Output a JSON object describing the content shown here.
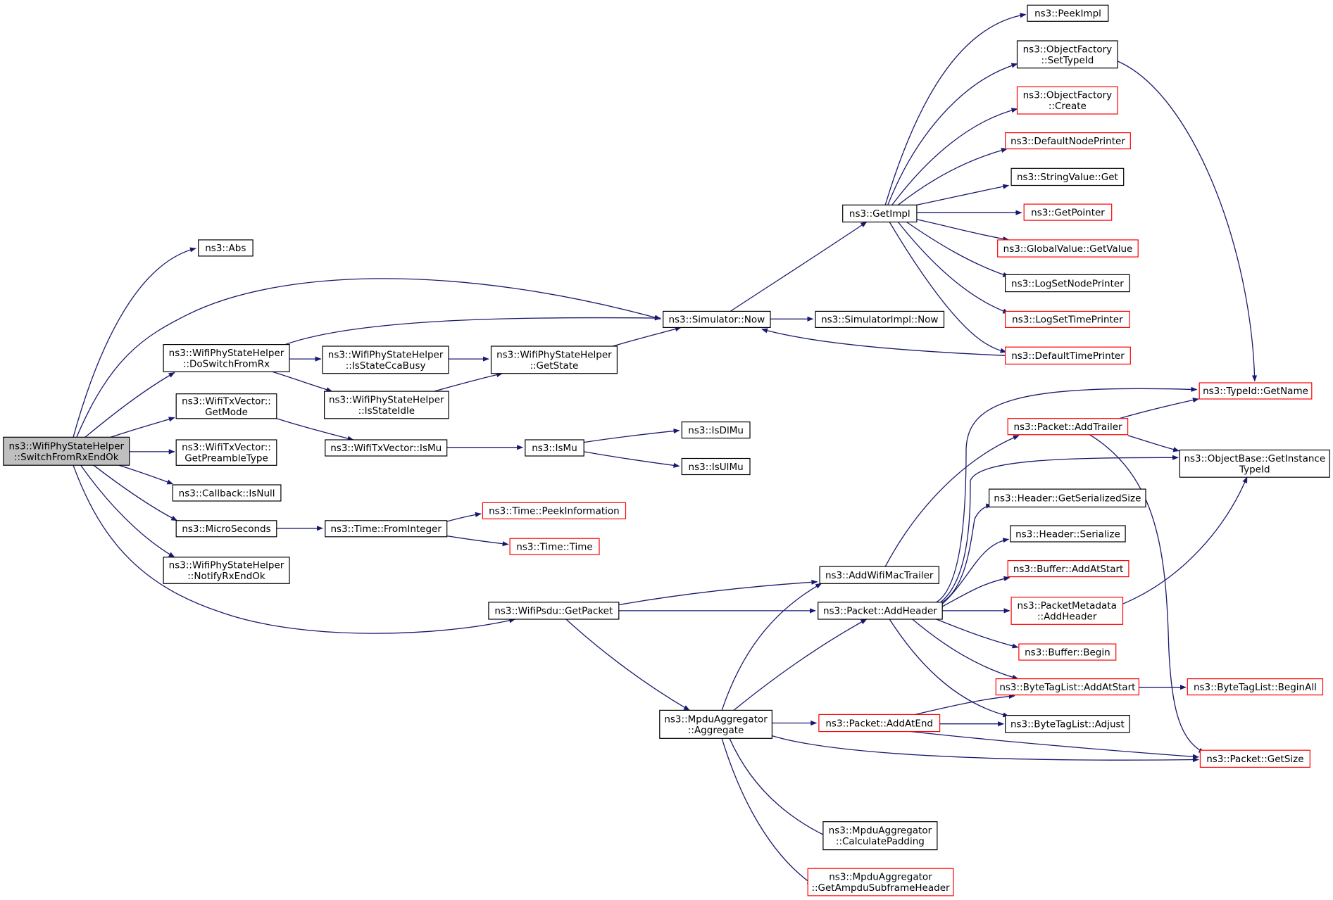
{
  "nodes": [
    {
      "id": "n_switch",
      "lines": [
        "ns3::WifiPhyStateHelper",
        "::SwitchFromRxEndOk"
      ],
      "style": "root"
    },
    {
      "id": "n_abs",
      "lines": [
        "ns3::Abs"
      ],
      "style": "black"
    },
    {
      "id": "n_doswitch",
      "lines": [
        "ns3::WifiPhyStateHelper",
        "::DoSwitchFromRx"
      ],
      "style": "black"
    },
    {
      "id": "n_getmode",
      "lines": [
        "ns3::WifiTxVector::",
        "GetMode"
      ],
      "style": "black"
    },
    {
      "id": "n_preamble",
      "lines": [
        "ns3::WifiTxVector::",
        "GetPreambleType"
      ],
      "style": "black"
    },
    {
      "id": "n_isnull",
      "lines": [
        "ns3::Callback::IsNull"
      ],
      "style": "black"
    },
    {
      "id": "n_micro",
      "lines": [
        "ns3::MicroSeconds"
      ],
      "style": "black"
    },
    {
      "id": "n_notify",
      "lines": [
        "ns3::WifiPhyStateHelper",
        "::NotifyRxEndOk"
      ],
      "style": "black"
    },
    {
      "id": "n_ccabusy",
      "lines": [
        "ns3::WifiPhyStateHelper",
        "::IsStateCcaBusy"
      ],
      "style": "black"
    },
    {
      "id": "n_idle",
      "lines": [
        "ns3::WifiPhyStateHelper",
        "::IsStateIdle"
      ],
      "style": "black"
    },
    {
      "id": "n_getstate",
      "lines": [
        "ns3::WifiPhyStateHelper",
        "::GetState"
      ],
      "style": "black"
    },
    {
      "id": "n_ismu_vec",
      "lines": [
        "ns3::WifiTxVector::IsMu"
      ],
      "style": "black"
    },
    {
      "id": "n_ismu",
      "lines": [
        "ns3::IsMu"
      ],
      "style": "black"
    },
    {
      "id": "n_isdlmu",
      "lines": [
        "ns3::IsDlMu"
      ],
      "style": "black"
    },
    {
      "id": "n_isulmu",
      "lines": [
        "ns3::IsUlMu"
      ],
      "style": "black"
    },
    {
      "id": "n_frominteger",
      "lines": [
        "ns3::Time::FromInteger"
      ],
      "style": "black"
    },
    {
      "id": "n_peekinfo",
      "lines": [
        "ns3::Time::PeekInformation"
      ],
      "style": "red"
    },
    {
      "id": "n_time",
      "lines": [
        "ns3::Time::Time"
      ],
      "style": "red"
    },
    {
      "id": "n_simnow",
      "lines": [
        "ns3::Simulator::Now"
      ],
      "style": "black"
    },
    {
      "id": "n_simimplnow",
      "lines": [
        "ns3::SimulatorImpl::Now"
      ],
      "style": "black"
    },
    {
      "id": "n_getimpl",
      "lines": [
        "ns3::GetImpl"
      ],
      "style": "black"
    },
    {
      "id": "n_peekimpl",
      "lines": [
        "ns3::PeekImpl"
      ],
      "style": "black"
    },
    {
      "id": "n_settypeid",
      "lines": [
        "ns3::ObjectFactory",
        "::SetTypeId"
      ],
      "style": "black"
    },
    {
      "id": "n_create",
      "lines": [
        "ns3::ObjectFactory",
        "::Create"
      ],
      "style": "red"
    },
    {
      "id": "n_defnodeprinter",
      "lines": [
        "ns3::DefaultNodePrinter"
      ],
      "style": "red"
    },
    {
      "id": "n_stringget",
      "lines": [
        "ns3::StringValue::Get"
      ],
      "style": "black"
    },
    {
      "id": "n_getpointer",
      "lines": [
        "ns3::GetPointer"
      ],
      "style": "red"
    },
    {
      "id": "n_globalget",
      "lines": [
        "ns3::GlobalValue::GetValue"
      ],
      "style": "red"
    },
    {
      "id": "n_logsetnode",
      "lines": [
        "ns3::LogSetNodePrinter"
      ],
      "style": "black"
    },
    {
      "id": "n_logsettime",
      "lines": [
        "ns3::LogSetTimePrinter"
      ],
      "style": "red"
    },
    {
      "id": "n_deftimeprinter",
      "lines": [
        "ns3::DefaultTimePrinter"
      ],
      "style": "red"
    },
    {
      "id": "n_typeidname",
      "lines": [
        "ns3::TypeId::GetName"
      ],
      "style": "red"
    },
    {
      "id": "n_addtrailer",
      "lines": [
        "ns3::Packet::AddTrailer"
      ],
      "style": "red"
    },
    {
      "id": "n_getinstance",
      "lines": [
        "ns3::ObjectBase::GetInstance",
        "TypeId"
      ],
      "style": "black"
    },
    {
      "id": "n_hdrsize",
      "lines": [
        "ns3::Header::GetSerializedSize"
      ],
      "style": "black"
    },
    {
      "id": "n_hdrserialize",
      "lines": [
        "ns3::Header::Serialize"
      ],
      "style": "black"
    },
    {
      "id": "n_bufaddstart",
      "lines": [
        "ns3::Buffer::AddAtStart"
      ],
      "style": "red"
    },
    {
      "id": "n_pmaddheader",
      "lines": [
        "ns3::PacketMetadata",
        "::AddHeader"
      ],
      "style": "red"
    },
    {
      "id": "n_bufbegin",
      "lines": [
        "ns3::Buffer::Begin"
      ],
      "style": "red"
    },
    {
      "id": "n_btaddstart",
      "lines": [
        "ns3::ByteTagList::AddAtStart"
      ],
      "style": "red"
    },
    {
      "id": "n_btbeginall",
      "lines": [
        "ns3::ByteTagList::BeginAll"
      ],
      "style": "red"
    },
    {
      "id": "n_btadjust",
      "lines": [
        "ns3::ByteTagList::Adjust"
      ],
      "style": "black"
    },
    {
      "id": "n_getsize",
      "lines": [
        "ns3::Packet::GetSize"
      ],
      "style": "red"
    },
    {
      "id": "n_addwifimac",
      "lines": [
        "ns3::AddWifiMacTrailer"
      ],
      "style": "black"
    },
    {
      "id": "n_addheader",
      "lines": [
        "ns3::Packet::AddHeader"
      ],
      "style": "black"
    },
    {
      "id": "n_addatend",
      "lines": [
        "ns3::Packet::AddAtEnd"
      ],
      "style": "red"
    },
    {
      "id": "n_getpacket",
      "lines": [
        "ns3::WifiPsdu::GetPacket"
      ],
      "style": "black"
    },
    {
      "id": "n_aggregate",
      "lines": [
        "ns3::MpduAggregator",
        "::Aggregate"
      ],
      "style": "black"
    },
    {
      "id": "n_calcpad",
      "lines": [
        "ns3::MpduAggregator",
        "::CalculatePadding"
      ],
      "style": "black"
    },
    {
      "id": "n_getampdu",
      "lines": [
        "ns3::MpduAggregator",
        "::GetAmpduSubframeHeader"
      ],
      "style": "red"
    }
  ],
  "edges": [
    [
      "n_switch",
      "n_abs"
    ],
    [
      "n_switch",
      "n_simnow"
    ],
    [
      "n_switch",
      "n_doswitch"
    ],
    [
      "n_switch",
      "n_getmode"
    ],
    [
      "n_switch",
      "n_preamble"
    ],
    [
      "n_switch",
      "n_isnull"
    ],
    [
      "n_switch",
      "n_micro"
    ],
    [
      "n_switch",
      "n_notify"
    ],
    [
      "n_switch",
      "n_getpacket"
    ],
    [
      "n_doswitch",
      "n_simnow"
    ],
    [
      "n_doswitch",
      "n_ccabusy"
    ],
    [
      "n_doswitch",
      "n_idle"
    ],
    [
      "n_ccabusy",
      "n_getstate"
    ],
    [
      "n_idle",
      "n_getstate"
    ],
    [
      "n_getstate",
      "n_simnow"
    ],
    [
      "n_getmode",
      "n_ismu_vec"
    ],
    [
      "n_ismu_vec",
      "n_ismu"
    ],
    [
      "n_ismu",
      "n_isdlmu"
    ],
    [
      "n_ismu",
      "n_isulmu"
    ],
    [
      "n_micro",
      "n_frominteger"
    ],
    [
      "n_frominteger",
      "n_peekinfo"
    ],
    [
      "n_frominteger",
      "n_time"
    ],
    [
      "n_simnow",
      "n_simimplnow"
    ],
    [
      "n_simnow",
      "n_getimpl"
    ],
    [
      "n_getimpl",
      "n_peekimpl"
    ],
    [
      "n_getimpl",
      "n_settypeid"
    ],
    [
      "n_getimpl",
      "n_create"
    ],
    [
      "n_getimpl",
      "n_defnodeprinter"
    ],
    [
      "n_getimpl",
      "n_stringget"
    ],
    [
      "n_getimpl",
      "n_getpointer"
    ],
    [
      "n_getimpl",
      "n_globalget"
    ],
    [
      "n_getimpl",
      "n_logsetnode"
    ],
    [
      "n_getimpl",
      "n_logsettime"
    ],
    [
      "n_getimpl",
      "n_deftimeprinter"
    ],
    [
      "n_deftimeprinter",
      "n_simnow"
    ],
    [
      "n_settypeid",
      "n_typeidname"
    ],
    [
      "n_getpacket",
      "n_addwifimac"
    ],
    [
      "n_getpacket",
      "n_addheader"
    ],
    [
      "n_getpacket",
      "n_aggregate"
    ],
    [
      "n_addwifimac",
      "n_addtrailer"
    ],
    [
      "n_addtrailer",
      "n_typeidname"
    ],
    [
      "n_addtrailer",
      "n_getinstance"
    ],
    [
      "n_addtrailer",
      "n_getsize"
    ],
    [
      "n_addheader",
      "n_typeidname"
    ],
    [
      "n_addheader",
      "n_getinstance"
    ],
    [
      "n_addheader",
      "n_hdrsize"
    ],
    [
      "n_addheader",
      "n_hdrserialize"
    ],
    [
      "n_addheader",
      "n_bufaddstart"
    ],
    [
      "n_addheader",
      "n_pmaddheader"
    ],
    [
      "n_addheader",
      "n_bufbegin"
    ],
    [
      "n_addheader",
      "n_btaddstart"
    ],
    [
      "n_addheader",
      "n_btadjust"
    ],
    [
      "n_pmaddheader",
      "n_getinstance"
    ],
    [
      "n_btaddstart",
      "n_btbeginall"
    ],
    [
      "n_aggregate",
      "n_addwifimac"
    ],
    [
      "n_aggregate",
      "n_addheader"
    ],
    [
      "n_aggregate",
      "n_addatend"
    ],
    [
      "n_aggregate",
      "n_getsize"
    ],
    [
      "n_aggregate",
      "n_calcpad"
    ],
    [
      "n_aggregate",
      "n_getampdu"
    ],
    [
      "n_addatend",
      "n_btaddstart"
    ],
    [
      "n_addatend",
      "n_btadjust"
    ],
    [
      "n_addatend",
      "n_getsize"
    ]
  ],
  "colors": {
    "edge": "#191970",
    "root_fill": "#bfbfbf",
    "red_border": "#ff0000",
    "black_border": "#000000"
  }
}
